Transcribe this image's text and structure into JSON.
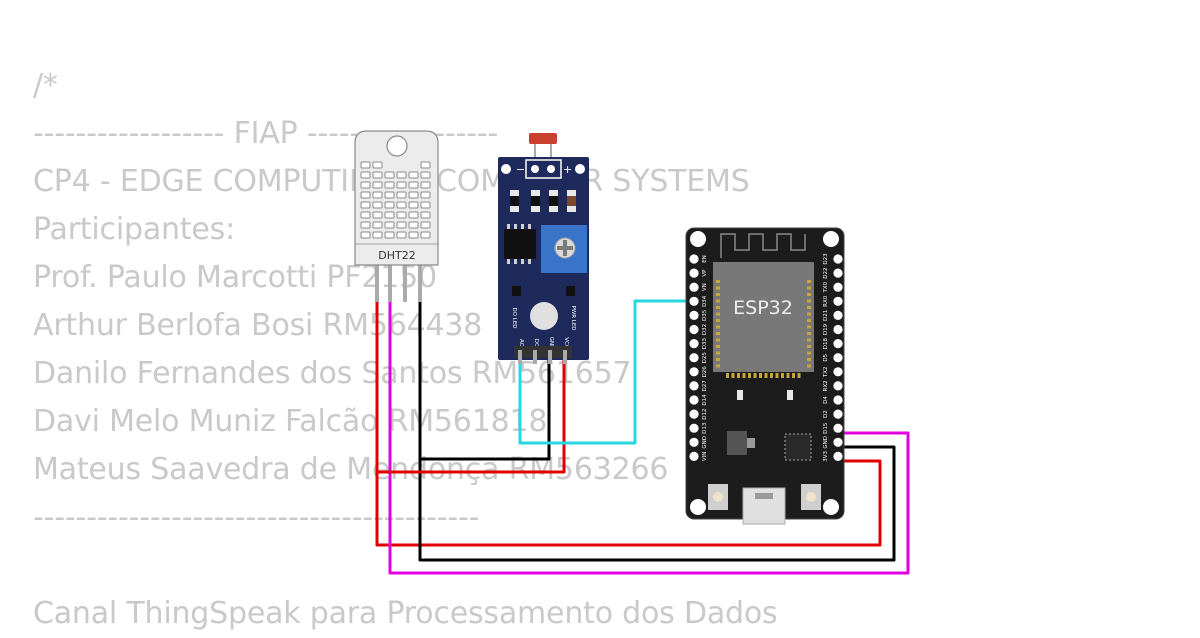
{
  "code_comment": {
    "lines": [
      "/*",
      "------------------ FIAP ------------------",
      "CP4 - EDGE COMPUTING & COMPUTER SYSTEMS",
      "Participantes:",
      "Prof. Paulo Marcotti PF2150",
      "Arthur Berlofa Bosi RM564438",
      "Danilo Fernandes dos Santos RM561657",
      "Davi Melo Muniz Falcão RM561818",
      "Mateus Saavedra de Mendonça RM563266",
      "------------------------------------------",
      "",
      "Canal ThingSpeak para Processamento dos Dados"
    ]
  },
  "components": {
    "dht22": {
      "label": "DHT22"
    },
    "esp32": {
      "label": "ESP32",
      "left_pins": [
        "EN",
        "VP",
        "VN",
        "D34",
        "D35",
        "D32",
        "D33",
        "D25",
        "D26",
        "D27",
        "D14",
        "D12",
        "D13",
        "GND",
        "VIN"
      ],
      "right_pins": [
        "D23",
        "D22",
        "TX0",
        "RX0",
        "D21",
        "D19",
        "D18",
        "D5",
        "TX2",
        "RX2",
        "D4",
        "D2",
        "D15",
        "GND",
        "3V3"
      ]
    },
    "ldr_module": {
      "minus": "−",
      "plus": "+",
      "led_labels": [
        "DO LED",
        "PWR LED"
      ],
      "pins": [
        "AO",
        "DO",
        "GND",
        "VCC"
      ]
    }
  },
  "wire_colors": {
    "power": "#e00000",
    "ground": "#000000",
    "data_dht": "#e000e0",
    "data_ldr": "#23d8e3"
  }
}
